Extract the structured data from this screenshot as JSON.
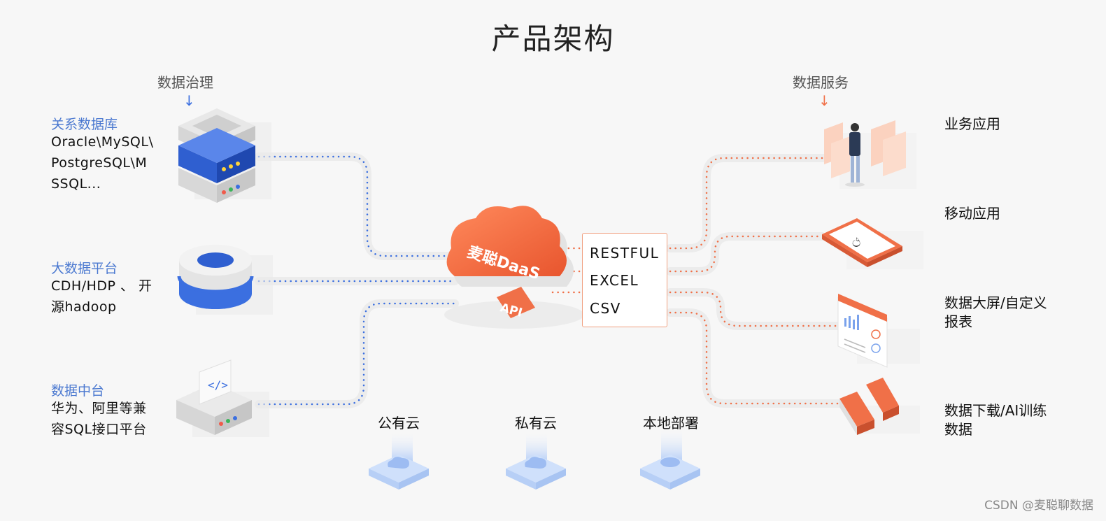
{
  "title": "产品架构",
  "left": {
    "header": "数据治理",
    "arrow": "↓",
    "sources": [
      {
        "category": "关系数据库",
        "desc_lines": [
          "Oracle\\MySQL\\",
          "PostgreSQL\\M",
          "SSQL..."
        ],
        "icon": "database-server-icon"
      },
      {
        "category": "大数据平台",
        "desc_lines": [
          "CDH/HDP 、 开",
          "源hadoop"
        ],
        "icon": "disk-stack-icon"
      },
      {
        "category": "数据中台",
        "desc_lines": [
          "华为、阿里等兼",
          "容SQL接口平台"
        ],
        "icon": "code-box-icon"
      }
    ]
  },
  "center": {
    "cloud_label": "麦聪DaaS",
    "api_label": "API",
    "formats": [
      "RESTFUL",
      "EXCEL",
      "CSV"
    ]
  },
  "right": {
    "header": "数据服务",
    "arrow": "↓",
    "apps": [
      {
        "lines": [
          "业务应用"
        ],
        "icon": "business-person-icon"
      },
      {
        "lines": [
          "移动应用"
        ],
        "icon": "tablet-icon"
      },
      {
        "lines": [
          "数据大屏/自定义",
          "报表"
        ],
        "icon": "dashboard-icon"
      },
      {
        "lines": [
          "数据下载/AI训练",
          "数据"
        ],
        "icon": "ai-block-icon"
      }
    ]
  },
  "deployments": [
    {
      "label": "公有云",
      "icon": "cloud-platform-icon"
    },
    {
      "label": "私有云",
      "icon": "cloud-platform-icon"
    },
    {
      "label": "本地部署",
      "icon": "server-platform-icon"
    }
  ],
  "watermark": "CSDN @麦聪聊数据",
  "colors": {
    "blue": "#3b6fe0",
    "orange": "#f07048",
    "category_text": "#4a78d0",
    "background": "#f7f7f7"
  }
}
